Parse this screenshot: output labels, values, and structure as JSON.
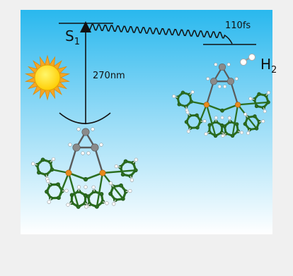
{
  "colors": {
    "page_bg": "#f0f0f0",
    "sky_top": "#29b8ee",
    "sky_bottom": "#ffffff",
    "sun_outer": "#f5a623",
    "sun_inner": "#ffe600",
    "carbon_ring": "#2b6e1f",
    "gray_atom": "#8a8a8a",
    "phosphorus": "#e8891c",
    "hydrogen": "#ffffff",
    "line": "#111111"
  },
  "labels": {
    "state_main": "S",
    "state_sub": "1",
    "excitation": "270nm",
    "lifetime": "110fs",
    "product_main": "H",
    "product_sub": "2"
  },
  "icons": {
    "sun": "sun-icon",
    "hydrogen_molecule": "h2-molecule-icon",
    "reactant": "molecule-reactant-icon",
    "product": "molecule-product-icon"
  }
}
